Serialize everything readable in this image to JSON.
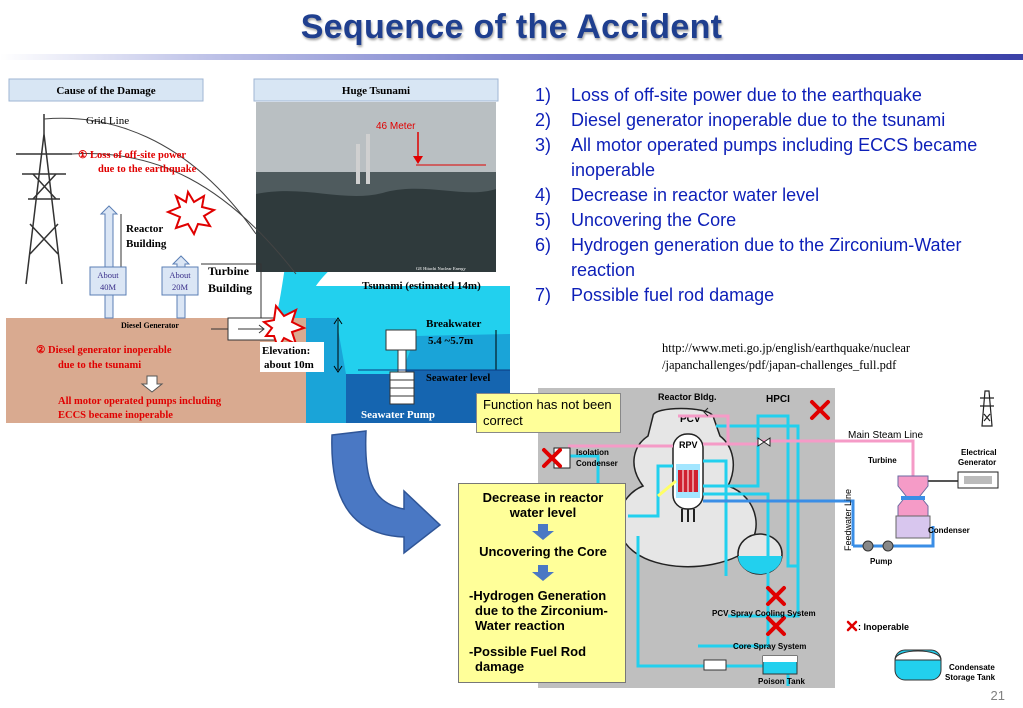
{
  "slide": {
    "title": "Sequence of the Accident",
    "page_number": "21"
  },
  "list": [
    {
      "num": "1)",
      "text": "Loss of off-site power due to the earthquake"
    },
    {
      "num": "2)",
      "text": "Diesel generator inoperable due to the tsunami"
    },
    {
      "num": "3)",
      "text": "All motor operated pumps including ECCS became inoperable"
    },
    {
      "num": "4)",
      "text": "Decrease in reactor water level"
    },
    {
      "num": "5)",
      "text": "Uncovering the Core"
    },
    {
      "num": "6)",
      "text": "Hydrogen generation due to the Zirconium-Water reaction"
    },
    {
      "num": "7)",
      "text": "Possible fuel rod damage"
    }
  ],
  "source": {
    "line1": "http://www.meti.go.jp/english/earthquake/nuclear",
    "line2": "/japanchallenges/pdf/japan-challenges_full.pdf"
  },
  "damage_diagram": {
    "cause_header": "Cause of the Damage",
    "tsunami_header": "Huge Tsunami",
    "grid_line": "Grid Line",
    "cause1_a": "①  Loss of off-site power",
    "cause1_b": "due to the earthquake",
    "reactor_building_a": "Reactor",
    "reactor_building_b": "Building",
    "about40_a": "About",
    "about40_b": "40M",
    "about20_a": "About",
    "about20_b": "20M",
    "turbine_a": "Turbine",
    "turbine_b": "Building",
    "diesel_generator": "Diesel Generator",
    "cause2_a": "②  Diesel generator inoperable",
    "cause2_b": "due to the tsunami",
    "pumps_a": "All motor operated pumps including",
    "pumps_b": "ECCS became inoperable",
    "elevation_a": "Elevation:",
    "elevation_b": "about 10m",
    "meter_label": "46 Meter",
    "photo_credit": "GE Hitachi Nuclear Energy",
    "tsunami_label": "Tsunami (estimated 14m)",
    "breakwater_a": "Breakwater",
    "breakwater_b": "5.4 ~5.7m",
    "seawater_level": "Seawater level",
    "seawater_pump": "Seawater Pump"
  },
  "plant_diagram": {
    "function_note": "Function has not been correct",
    "reactor_bldg": "Reactor Bldg.",
    "hpci": "HPCI",
    "pcv": "PCV",
    "rpv": "RPV",
    "isolation_condenser_a": "Isolation",
    "isolation_condenser_b": "Condenser",
    "main_steam_line": "Main Steam Line",
    "electrical_generator_a": "Electrical",
    "electrical_generator_b": "Generator",
    "turbine": "Turbine",
    "feedwater_line": "Feedwater Line",
    "condenser": "Condenser",
    "pump": "Pump",
    "pcv_spray": "PCV Spray Cooling System",
    "inoperable_legend": ": Inoperable",
    "core_spray": "Core Spray System",
    "poison_tank": "Poison Tank",
    "condensate_a": "Condensate",
    "condensate_b": "Storage Tank"
  },
  "sequence_box": {
    "step1_a": "Decrease in reactor",
    "step1_b": "water level",
    "step2": "Uncovering the Core",
    "step3_a": "-Hydrogen Generation",
    "step3_b": "due to the Zirconium-",
    "step3_c": "Water reaction",
    "step4_a": "-Possible Fuel Rod",
    "step4_b": "damage"
  },
  "colors": {
    "title": "#1f3f8f",
    "list_text": "#0d1fb8",
    "warning_red": "#e00000",
    "water_cyan": "#00c8e8",
    "note_yellow": "#ffff99"
  }
}
